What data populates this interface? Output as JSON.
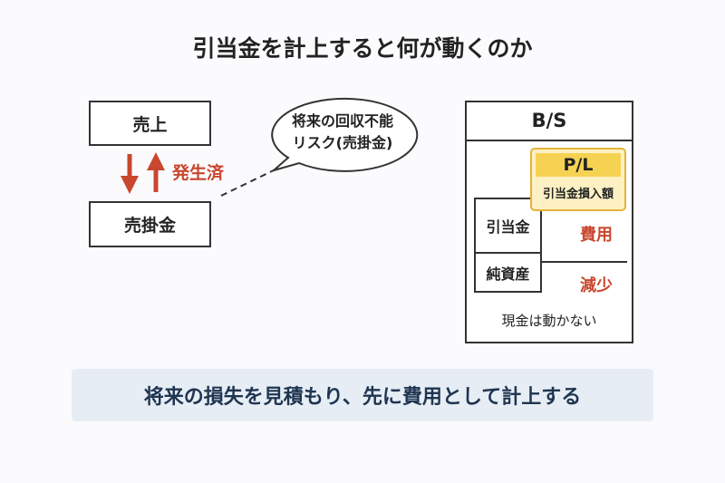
{
  "title": "引当金を計上すると何が動くのか",
  "left": {
    "sales_label": "売上",
    "receivable_label": "売掛金",
    "arrow_label": "発生済",
    "bubble_line1": "将来の回収不能",
    "bubble_line2": "リスク(売掛金)"
  },
  "bs": {
    "header": "B/S",
    "pl_header": "P/L",
    "pl_item": "引当金損入額",
    "allowance_label": "引当金",
    "equity_label": "純資産",
    "expense_label": "費用",
    "decrease_label": "減少",
    "cash_note": "現金は動かない"
  },
  "summary": "将来の損失を見積もり、先に費用として計上する",
  "colors": {
    "accent_red": "#c8472e",
    "pl_yellow": "#f6d253",
    "banner_bg": "#e6edf5"
  }
}
